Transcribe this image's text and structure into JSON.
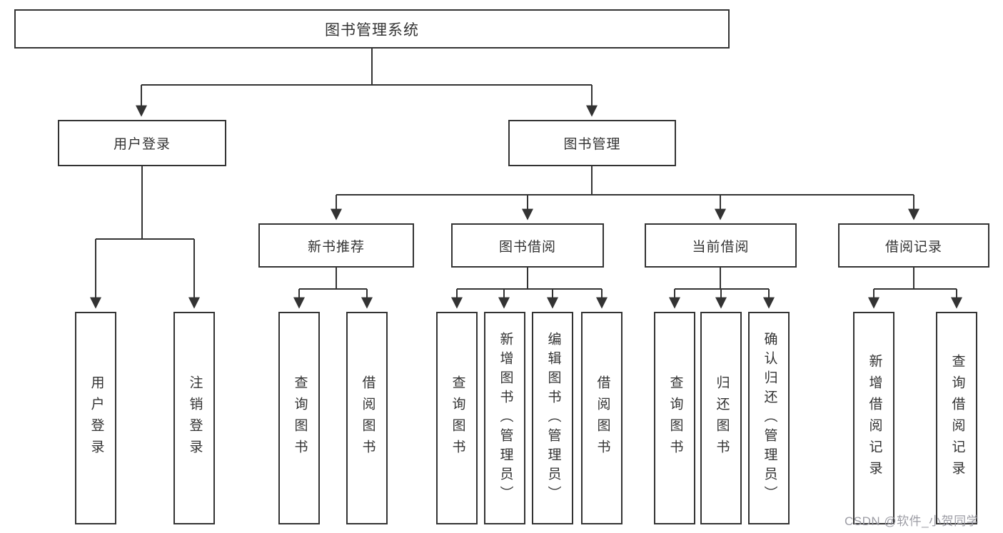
{
  "diagram": {
    "root": {
      "label": "图书管理系统"
    },
    "level2": [
      {
        "label": "用户登录"
      },
      {
        "label": "图书管理"
      }
    ],
    "level3": [
      {
        "label": "新书推荐"
      },
      {
        "label": "图书借阅"
      },
      {
        "label": "当前借阅"
      },
      {
        "label": "借阅记录"
      }
    ],
    "leaves": [
      {
        "label": "用户登录"
      },
      {
        "label": "注销登录"
      },
      {
        "label": "查询图书"
      },
      {
        "label": "借阅图书"
      },
      {
        "label": "查询图书"
      },
      {
        "label": "新增图书（管理员）"
      },
      {
        "label": "编辑图书（管理员）"
      },
      {
        "label": "借阅图书"
      },
      {
        "label": "查询图书"
      },
      {
        "label": "归还图书"
      },
      {
        "label": "确认归还（管理员）"
      },
      {
        "label": "新增借阅记录"
      },
      {
        "label": "查询借阅记录"
      }
    ],
    "colors": {
      "line": "#333333",
      "box_fill": "#ffffff",
      "text": "#333333"
    }
  },
  "watermark": {
    "text": "CSDN @软件_小贺同学",
    "color": "#9c9ca4"
  }
}
